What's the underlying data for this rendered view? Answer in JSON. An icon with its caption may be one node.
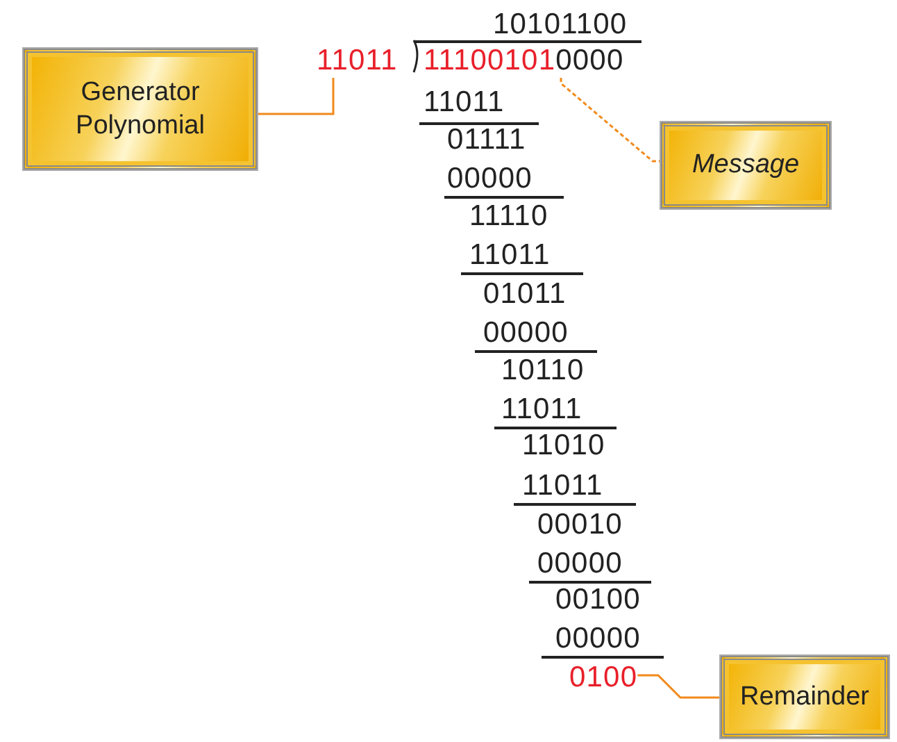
{
  "diagram": {
    "nodes": [
      {
        "text": [
          "Generator Polynomial"
        ]
      },
      {
        "text": [
          "11011"
        ]
      },
      {
        "text": [
          "11100101",
          "0000"
        ]
      },
      {
        "text": [
          "Message"
        ]
      },
      {
        "text": [
          "0100"
        ]
      },
      {
        "text": [
          "Remainder"
        ]
      }
    ],
    "edges": [
      {
        "from": 1,
        "to": 0,
        "arrow": "none"
      },
      {
        "from": 2,
        "to": 3,
        "arrow": "none",
        "style": "dashed"
      },
      {
        "from": 4,
        "to": 5,
        "arrow": "none"
      }
    ],
    "labels": [
      "10101100",
      "11011",
      "01111",
      "00000",
      "11110",
      "11011",
      "01011",
      "00000",
      "10110",
      "11011",
      "11010",
      "11011",
      "00010",
      "00000",
      "00100",
      "00000"
    ]
  }
}
